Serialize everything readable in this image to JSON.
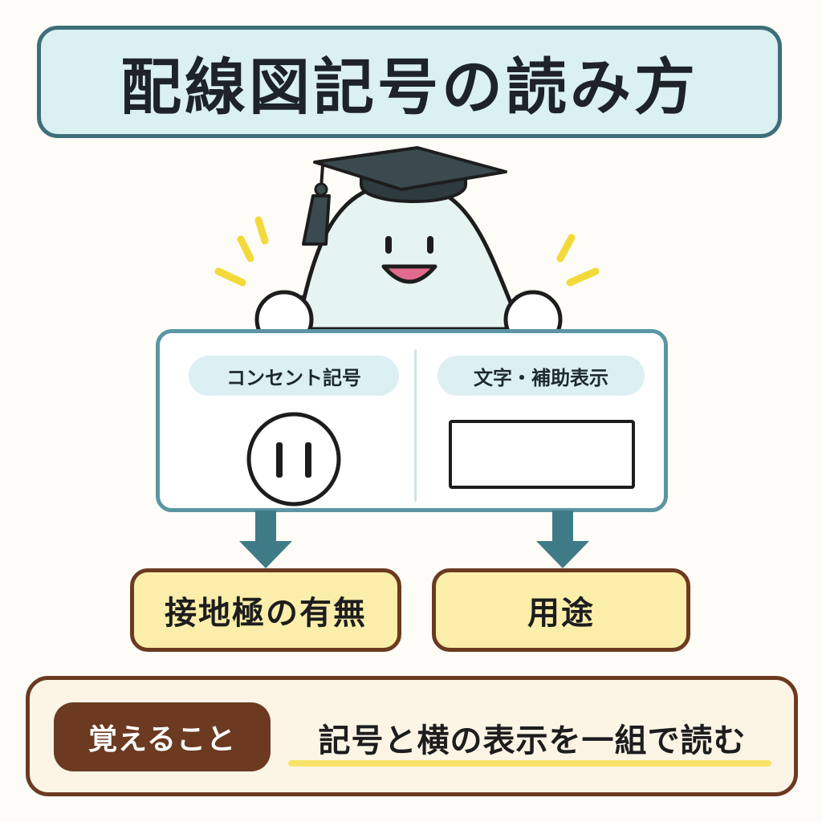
{
  "title": "配線図記号の読み方",
  "panel": {
    "left_label": "コンセント記号",
    "right_label": "文字・補助表示"
  },
  "results": {
    "left": "接地極の有無",
    "right": "用途"
  },
  "memo": {
    "label": "覚えること",
    "text": "記号と横の表示を一組で読む"
  },
  "colors": {
    "title_bg": "#daf0f1",
    "title_border": "#3e6e7a",
    "panel_border": "#5c95a4",
    "pill_bg": "#dcf0f3",
    "arrow": "#3f7b86",
    "result_bg": "#fbeeaa",
    "brown": "#6b3a21",
    "memo_bg": "#fcf5e6",
    "highlight": "#f7e36a",
    "sparkle": "#f3d93a",
    "mascot_body": "#e6f4f1"
  },
  "icons": {
    "mascot": "graduate-ghost-mascot",
    "cap": "graduation-cap-icon",
    "outlet": "outlet-symbol-icon",
    "arrow": "arrow-down-icon",
    "sparkle": "sparkle-lines-icon"
  }
}
